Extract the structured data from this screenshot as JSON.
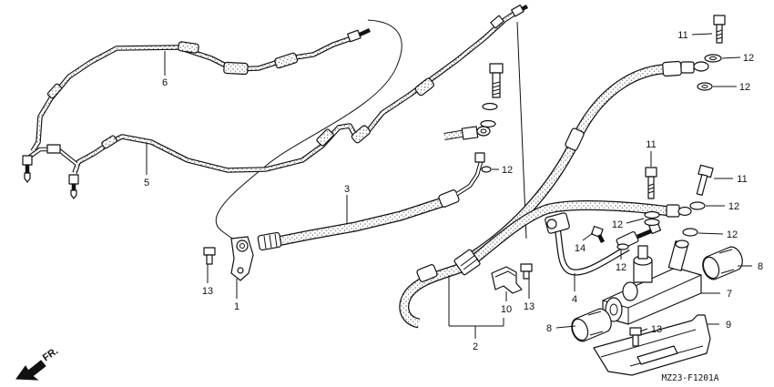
{
  "diagram": {
    "callouts": [
      "11",
      "12",
      "12",
      "6",
      "12",
      "11",
      "11",
      "12",
      "12",
      "12",
      "14",
      "12",
      "8",
      "7",
      "9",
      "5",
      "3",
      "13",
      "1",
      "13",
      "10",
      "4",
      "2",
      "8",
      "13"
    ],
    "direction_label": "FR.",
    "figure_code": "MZ23-F1201A"
  }
}
